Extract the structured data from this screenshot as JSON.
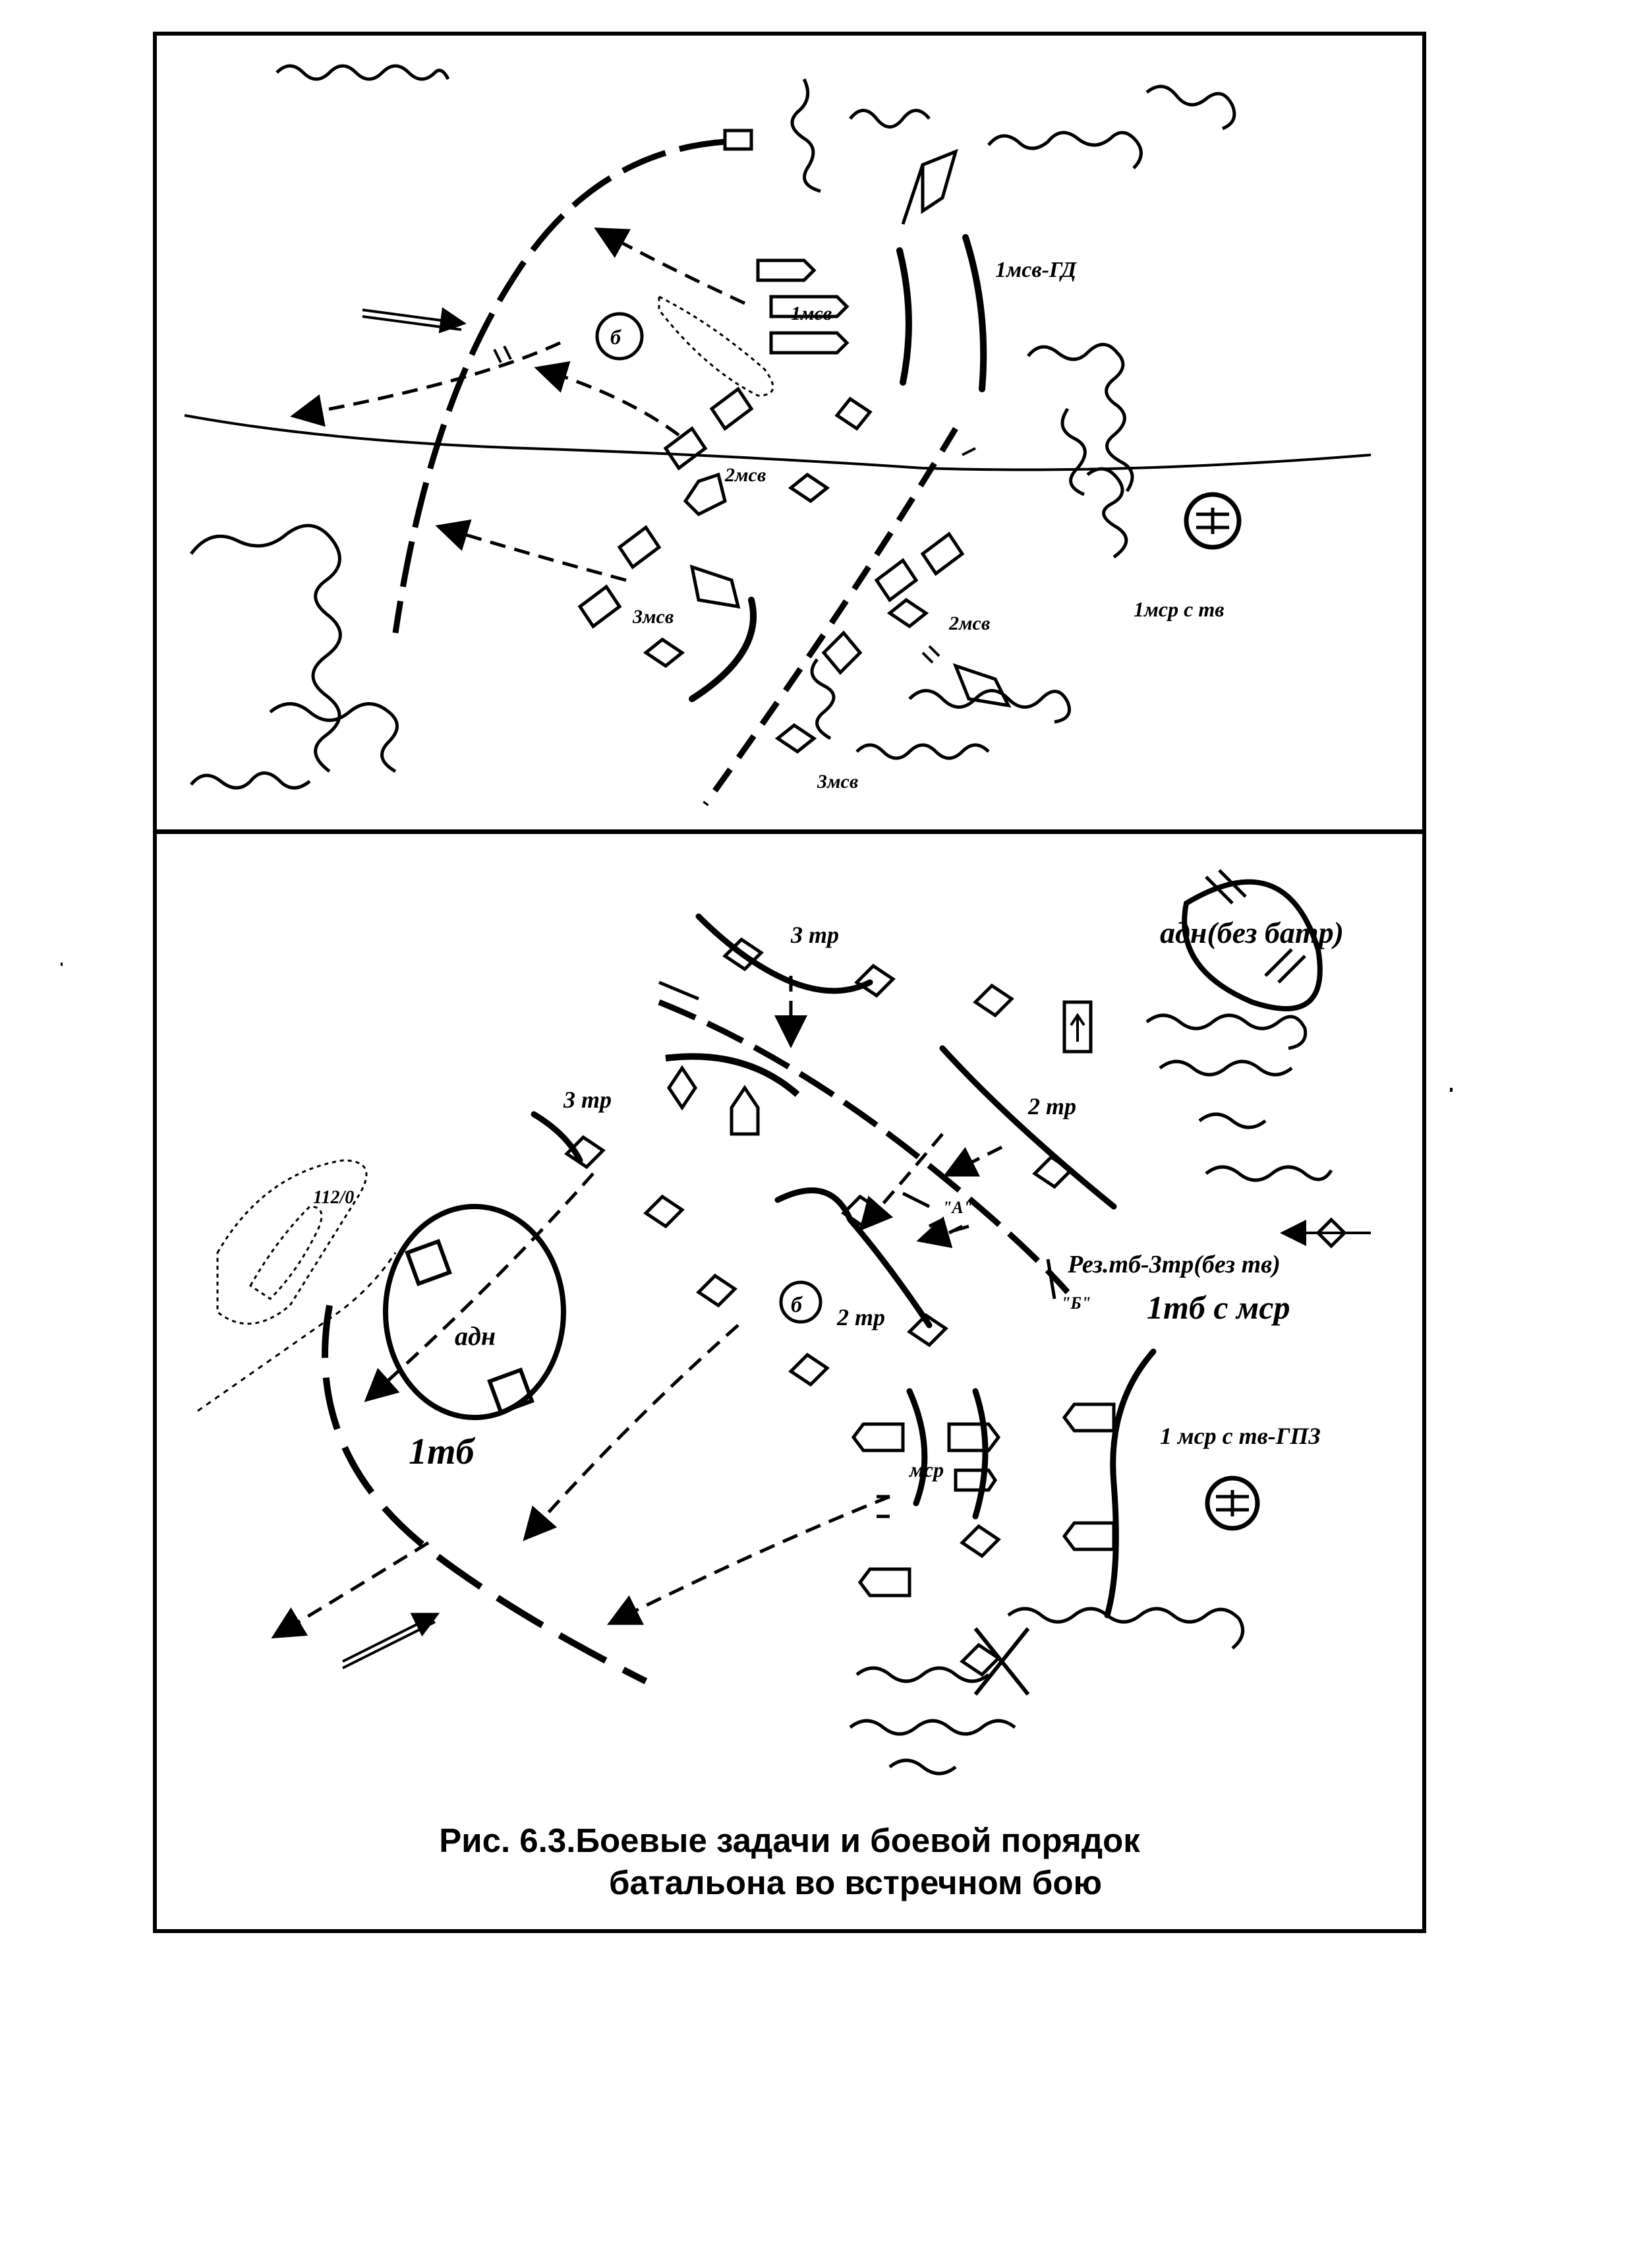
{
  "top_map": {
    "labels": {
      "mcb1_gd": "1мсв-ГД",
      "mcb1": "1мсв",
      "mcb2_left": "2мсв",
      "mcb2_right": "2мсв",
      "mcb3_left": "3мсв",
      "mcb3_bottom": "3мсв",
      "mer_te": "1мср с тв",
      "circle_marker": "б"
    }
  },
  "bottom_map": {
    "labels": {
      "tr3_top": "3 тр",
      "tr3_left": "3 тр",
      "tr2_right": "2 тр",
      "tr2_center": "2 тр",
      "adn_bez_batr": "адн(без батр)",
      "adn": "адн",
      "tb1_left": "1тб",
      "tb1_right": "1тб с мср",
      "rez": "Рез.тб-3тр(без тв)",
      "mer_gpz": "1 мср с тв-ГПЗ",
      "mcr": "мср",
      "hill": "112/0",
      "point_a": "\"А\"",
      "point_b": "\"Б\"",
      "circle_marker": "б"
    }
  },
  "caption": {
    "line1": "Рис. 6.3.Боевые задачи и боевой порядок",
    "line2": "батальона во встречном бою"
  },
  "colors": {
    "ink": "#000000",
    "paper": "#ffffff"
  }
}
